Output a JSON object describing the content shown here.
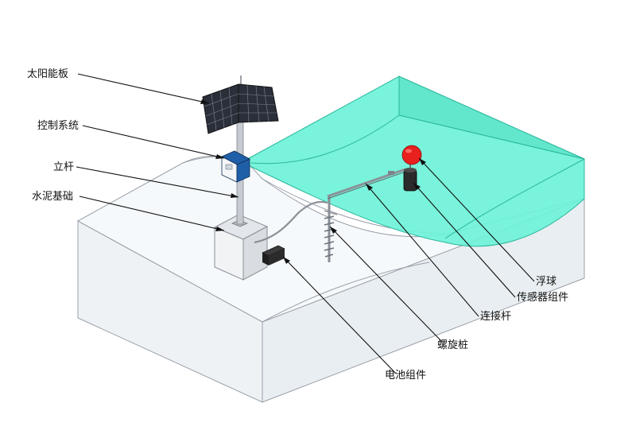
{
  "labels": {
    "solar_panel": "太阳能板",
    "control_system": "控制系统",
    "pole": "立杆",
    "concrete_base": "水泥基础",
    "float_ball": "浮球",
    "sensor_assembly": "传感器组件",
    "connecting_rod": "连接杆",
    "screw_pile": "螺旋桩",
    "battery_assembly": "电池组件"
  },
  "colors": {
    "water": "#6ef2d8",
    "water_edge": "#2bb89c",
    "ground_fill": "#f3f6f8",
    "float_ball": "#e8201e",
    "control_box": "#1f5fa8",
    "battery": "#1e1e1e",
    "solar_cell": "#2a2f3a"
  }
}
